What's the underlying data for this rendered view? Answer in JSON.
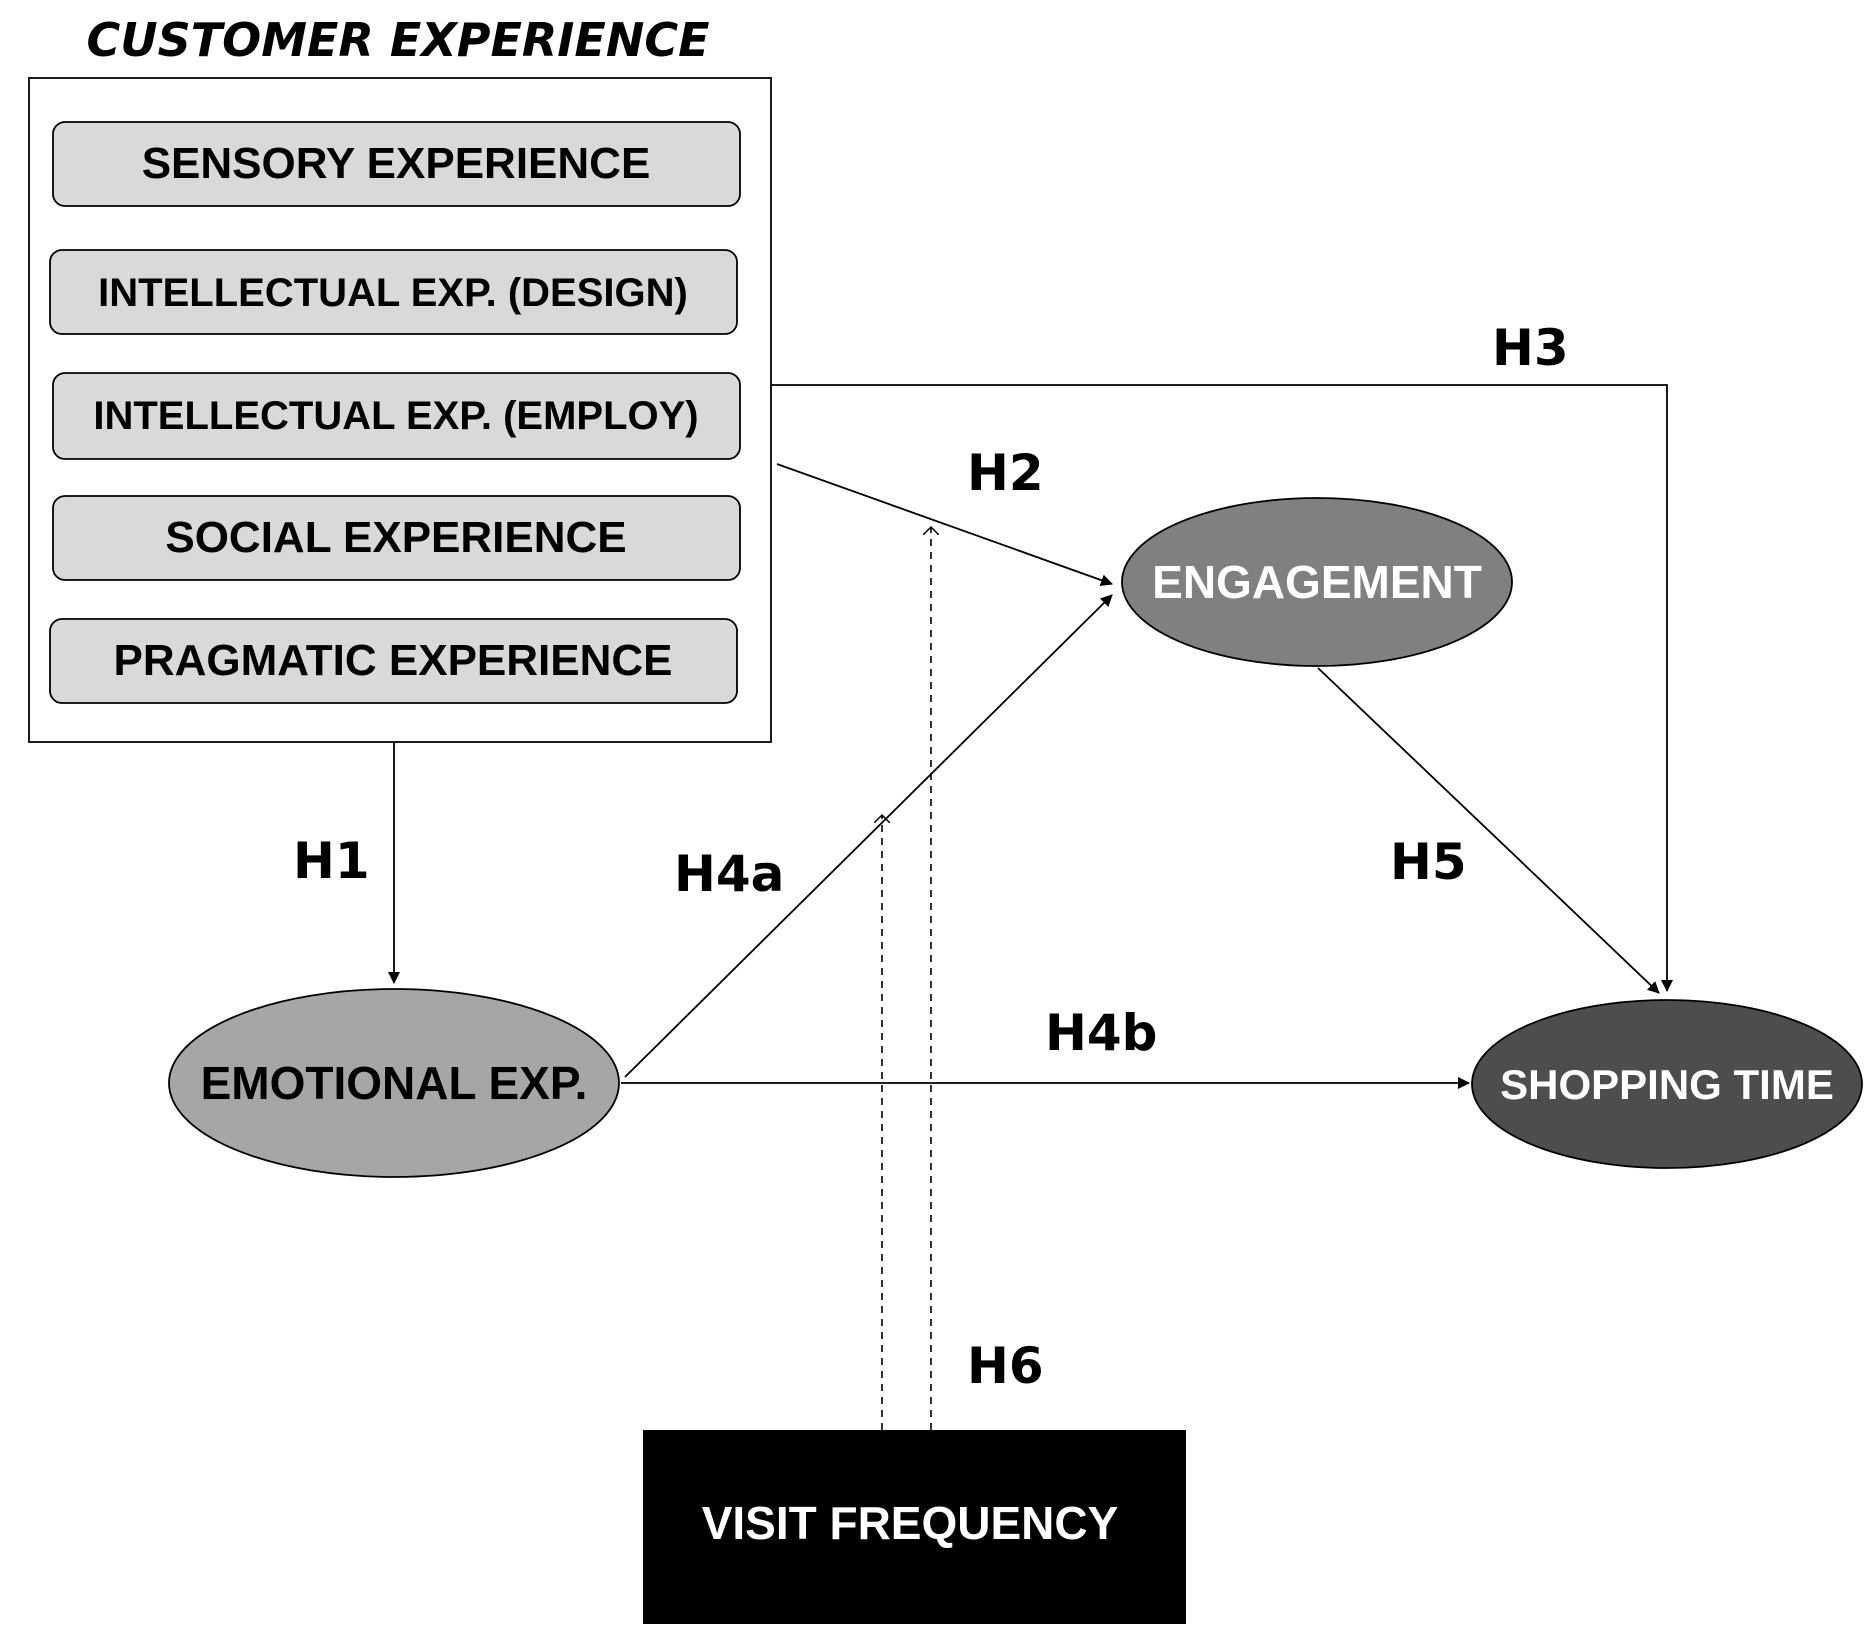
{
  "customer_experience": {
    "title": "CUSTOMER EXPERIENCE",
    "items": [
      "SENSORY EXPERIENCE",
      "INTELLECTUAL  EXP. (DESIGN)",
      "INTELLECTUAL  EXP. (EMPLOY)",
      "SOCIAL EXPERIENCE",
      "PRAGMATIC EXPERIENCE"
    ]
  },
  "nodes": {
    "engagement": "ENGAGEMENT",
    "emotional": "EMOTIONAL EXP.",
    "shopping_time": "SHOPPING TIME",
    "visit_frequency": "VISIT FREQUENCY"
  },
  "hypotheses": {
    "h1": "H1",
    "h2": "H2",
    "h3": "H3",
    "h4a": "H4a",
    "h4b": "H4b",
    "h5": "H5",
    "h6": "H6"
  },
  "colors": {
    "item_fill": "#d9d9d9",
    "engagement_fill": "#808080",
    "emotional_fill": "#a6a6a6",
    "shopping_time_fill": "#4d4d4d",
    "visit_frequency_fill": "#000000",
    "line": "#000000"
  }
}
